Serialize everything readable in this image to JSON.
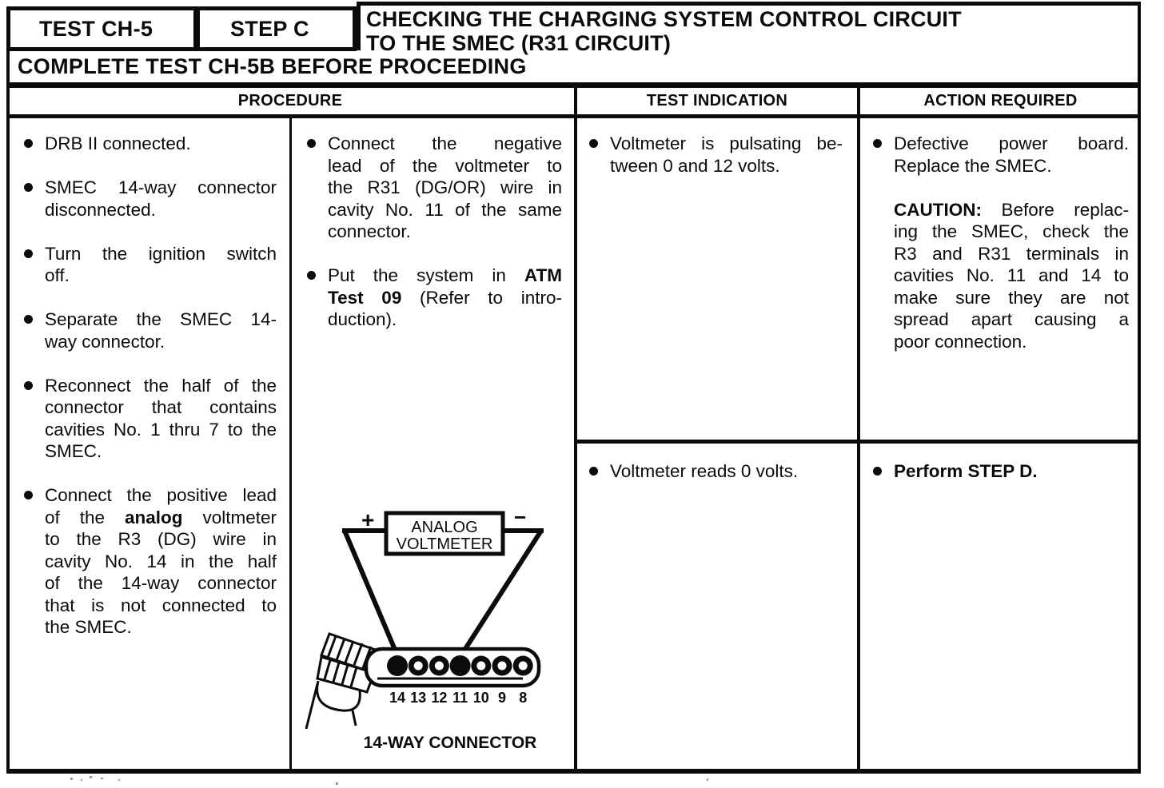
{
  "page": {
    "header": {
      "test_label": "TEST CH-5",
      "step_label": "STEP C",
      "title_line1": "CHECKING THE CHARGING SYSTEM CONTROL CIRCUIT",
      "title_line2": "TO THE SMEC (R31 CIRCUIT)",
      "banner": "COMPLETE TEST CH-5B BEFORE PROCEEDING"
    },
    "columns": {
      "procedure": "PROCEDURE",
      "test_indication": "TEST INDICATION",
      "action_required": "ACTION REQUIRED"
    },
    "procedure_left": [
      {
        "lines": [
          "DRB II connected."
        ]
      },
      {
        "lines": [
          "SMEC 14-way connector",
          "disconnected."
        ]
      },
      {
        "lines": [
          "Turn the ignition switch",
          "off."
        ]
      },
      {
        "lines": [
          "Separate the SMEC 14-",
          "way connector."
        ]
      },
      {
        "lines": [
          "Reconnect the half of the",
          "connector that contains",
          "cavities No. 1 thru 7 to the",
          "SMEC."
        ]
      },
      {
        "lines": [
          "Connect the positive lead",
          [
            {
              "t": "of the "
            },
            {
              "t": "analog",
              "b": true
            },
            {
              "t": " voltmeter"
            }
          ],
          "to the R3 (DG) wire in",
          "cavity No. 14 in the half",
          "of the 14-way connector",
          "that is not connected to",
          "the SMEC."
        ]
      }
    ],
    "procedure_right": [
      {
        "lines": [
          "Connect the negative",
          "lead of the voltmeter to",
          "the R31 (DG/OR) wire in",
          "cavity No. 11 of the same",
          "connector."
        ]
      },
      {
        "lines": [
          [
            {
              "t": "Put the system in "
            },
            {
              "t": "ATM",
              "b": true
            }
          ],
          [
            {
              "t": "Test 09",
              "b": true
            },
            {
              "t": " (Refer to intro-"
            }
          ],
          "duction)."
        ]
      }
    ],
    "test_indication_rows": [
      {
        "lines": [
          "Voltmeter is pulsating be-",
          "tween 0 and 12 volts."
        ]
      },
      {
        "lines": [
          "Voltmeter reads 0 volts."
        ]
      }
    ],
    "action_required_rows": [
      {
        "paragraphs": [
          {
            "lines": [
              "Defective power board.",
              "Replace the SMEC."
            ]
          },
          {
            "lines": [
              [
                {
                  "t": "CAUTION:",
                  "b": true
                },
                {
                  "t": " Before replac-"
                }
              ],
              "ing the SMEC, check the",
              "R3 and R31 terminals in",
              "cavities No. 11 and 14 to",
              "make sure they are not",
              "spread apart causing a",
              "poor connection."
            ]
          }
        ]
      },
      {
        "paragraphs": [
          {
            "lines": [
              [
                {
                  "t": "Perform STEP D.",
                  "b": true
                }
              ]
            ]
          }
        ]
      }
    ],
    "diagram": {
      "plus_label": "+",
      "minus_label": "−",
      "meter_line1": "ANALOG",
      "meter_line2": "VOLTMETER",
      "pins": [
        {
          "label": "14",
          "filled": true
        },
        {
          "label": "13",
          "filled": false
        },
        {
          "label": "12",
          "filled": false
        },
        {
          "label": "11",
          "filled": true
        },
        {
          "label": "10",
          "filled": false
        },
        {
          "label": "9",
          "filled": false
        },
        {
          "label": "8",
          "filled": false
        }
      ],
      "caption": "14-WAY CONNECTOR"
    },
    "colors": {
      "ink": "#0b0b0b",
      "paper": "#ffffff"
    }
  }
}
